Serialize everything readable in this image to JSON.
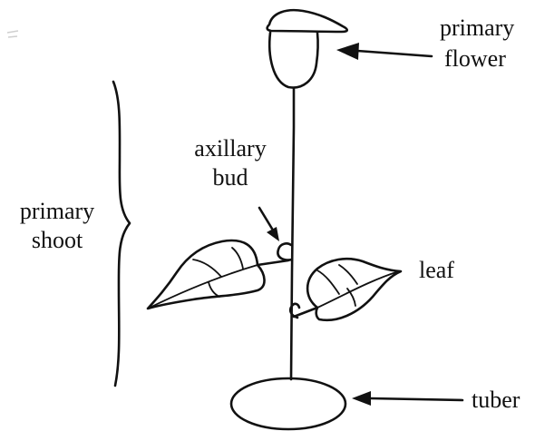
{
  "labels": {
    "primary_flower": {
      "line1": "primary",
      "line2": "flower"
    },
    "axillary_bud": {
      "line1": "axillary",
      "line2": "bud"
    },
    "primary_shoot": {
      "line1": "primary",
      "line2": "shoot"
    },
    "leaf": "leaf",
    "tuber": "tuber"
  },
  "colors": {
    "ink": "#111111",
    "background": "#ffffff"
  }
}
